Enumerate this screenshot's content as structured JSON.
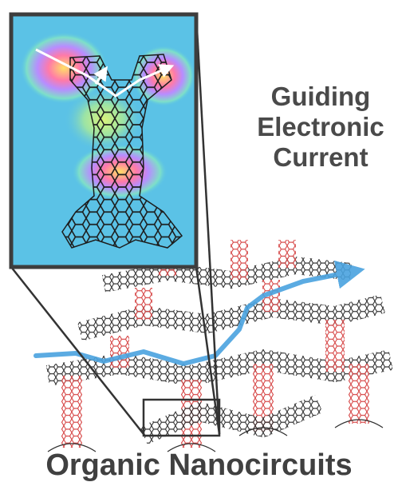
{
  "caption": {
    "line1": "Guiding",
    "line2": "Electronic",
    "line3": "Current"
  },
  "bottom_title": "Organic Nanocircuits",
  "colors": {
    "inset_background": "#5bc2e6",
    "inset_frame": "#3d3d3d",
    "lattice_dark": "#2f2f2f",
    "lattice_red": "#d64545",
    "current_arrow": "#4aa3df",
    "text": "#4a4a4a"
  },
  "icons": {
    "arrow": "current-flow-arrow"
  }
}
